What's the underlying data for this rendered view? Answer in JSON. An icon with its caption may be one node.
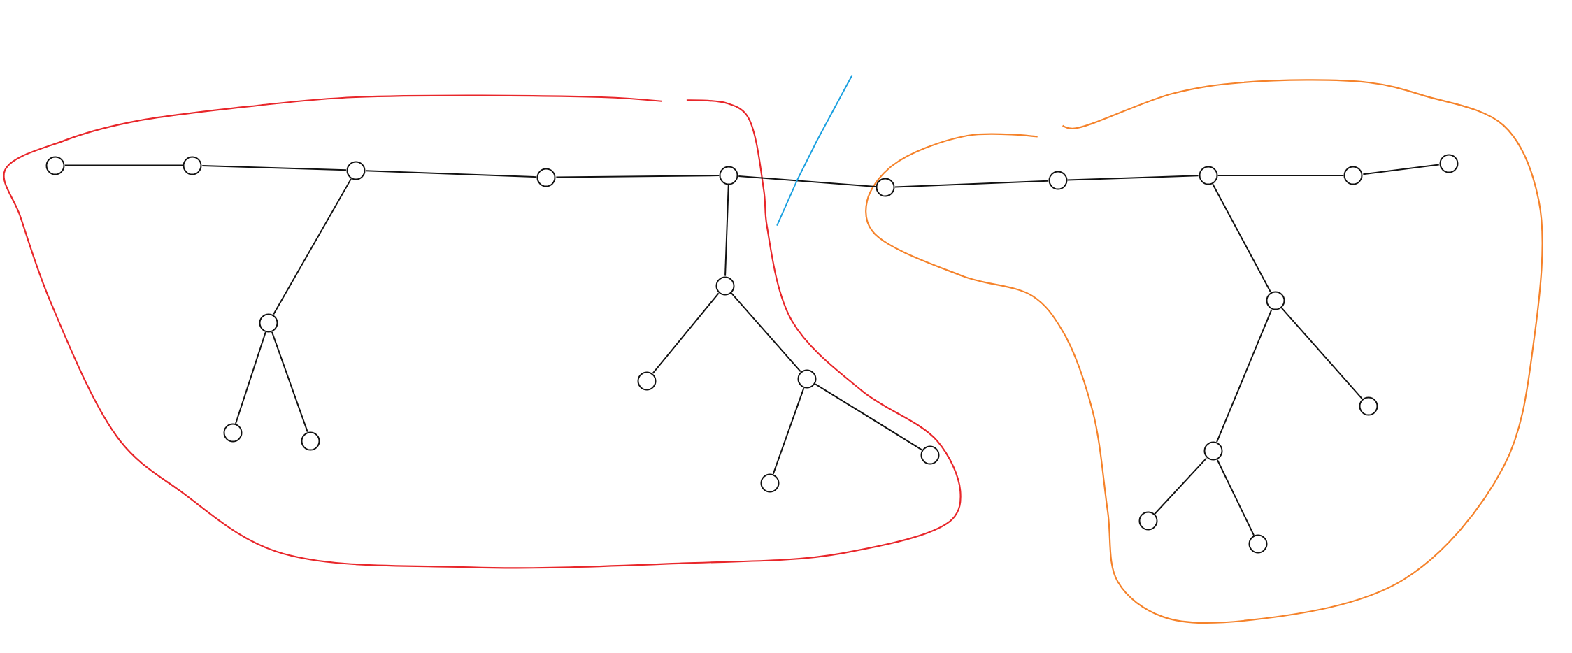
{
  "diagram": {
    "nodes": [
      {
        "text": [],
        "shape": "cloud"
      },
      {
        "text": [],
        "shape": "cloud"
      },
      {
        "text": [],
        "shape": "circle",
        "in": 0
      },
      {
        "text": [],
        "shape": "circle",
        "in": 0
      },
      {
        "text": [],
        "shape": "circle",
        "in": 0
      },
      {
        "text": [],
        "shape": "circle",
        "in": 0
      },
      {
        "text": [],
        "shape": "circle",
        "in": 0
      },
      {
        "text": [],
        "shape": "circle",
        "in": 0
      },
      {
        "text": [],
        "shape": "circle",
        "in": 0
      },
      {
        "text": [],
        "shape": "circle",
        "in": 0
      },
      {
        "text": [],
        "shape": "circle",
        "in": 0
      },
      {
        "text": [],
        "shape": "circle",
        "in": 0
      },
      {
        "text": [],
        "shape": "circle",
        "in": 0
      },
      {
        "text": [],
        "shape": "circle",
        "in": 0
      },
      {
        "text": [],
        "shape": "circle"
      },
      {
        "text": [],
        "shape": "circle"
      },
      {
        "text": [],
        "shape": "circle",
        "in": 1
      },
      {
        "text": [],
        "shape": "circle",
        "in": 1
      },
      {
        "text": [],
        "shape": "circle",
        "in": 1
      },
      {
        "text": [],
        "shape": "circle",
        "in": 1
      },
      {
        "text": [],
        "shape": "circle",
        "in": 1
      },
      {
        "text": [],
        "shape": "circle",
        "in": 1
      },
      {
        "text": [],
        "shape": "circle",
        "in": 1
      },
      {
        "text": [],
        "shape": "circle",
        "in": 1
      },
      {
        "text": [],
        "shape": "circle",
        "in": 1
      }
    ],
    "edges": [
      {
        "from": 2,
        "to": 3,
        "arrow": "none"
      },
      {
        "from": 3,
        "to": 4,
        "arrow": "none"
      },
      {
        "from": 4,
        "to": 5,
        "arrow": "none"
      },
      {
        "from": 5,
        "to": 6,
        "arrow": "none"
      },
      {
        "from": 6,
        "to": 15,
        "arrow": "none"
      },
      {
        "from": 15,
        "to": 16,
        "arrow": "none"
      },
      {
        "from": 16,
        "to": 17,
        "arrow": "none"
      },
      {
        "from": 17,
        "to": 18,
        "arrow": "none"
      },
      {
        "from": 18,
        "to": 19,
        "arrow": "none"
      },
      {
        "from": 4,
        "to": 7,
        "arrow": "none"
      },
      {
        "from": 7,
        "to": 9,
        "arrow": "none"
      },
      {
        "from": 7,
        "to": 10,
        "arrow": "none"
      },
      {
        "from": 6,
        "to": 8,
        "arrow": "none"
      },
      {
        "from": 8,
        "to": 11,
        "arrow": "none"
      },
      {
        "from": 8,
        "to": 12,
        "arrow": "none"
      },
      {
        "from": 12,
        "to": 13,
        "arrow": "none"
      },
      {
        "from": 12,
        "to": 14,
        "arrow": "none"
      },
      {
        "from": 17,
        "to": 20,
        "arrow": "none"
      },
      {
        "from": 20,
        "to": 21,
        "arrow": "none"
      },
      {
        "from": 20,
        "to": 22,
        "arrow": "none"
      },
      {
        "from": 22,
        "to": 23,
        "arrow": "none"
      },
      {
        "from": 22,
        "to": 24,
        "arrow": "none"
      }
    ]
  }
}
